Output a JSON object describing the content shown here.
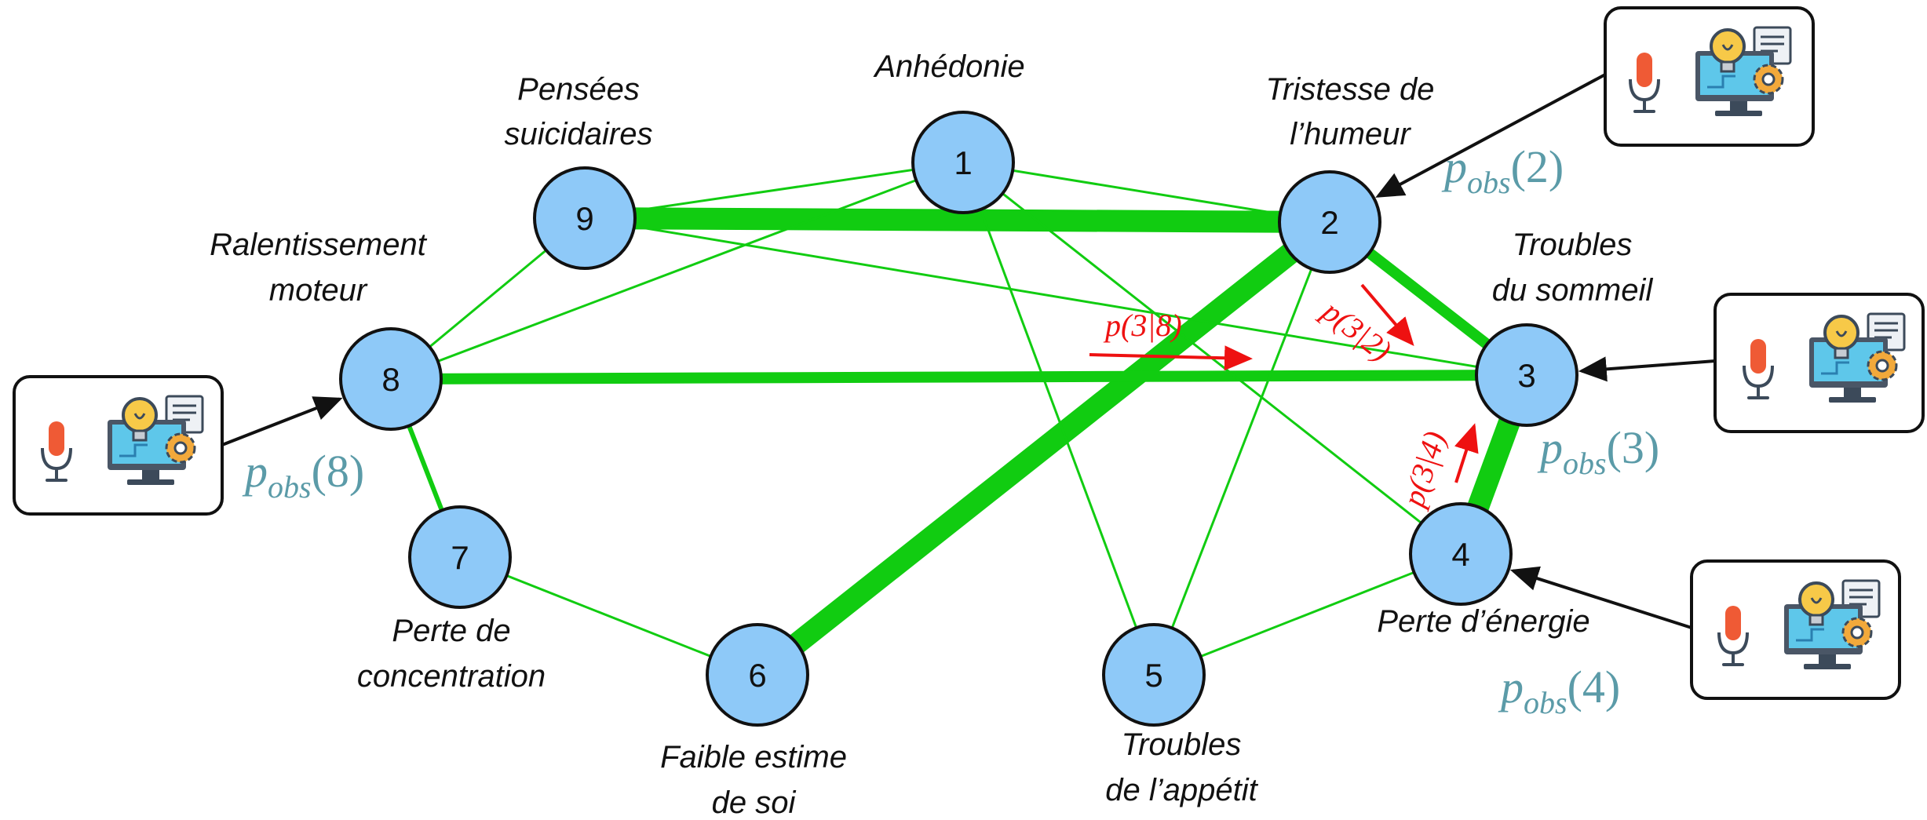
{
  "colors": {
    "node_fill": "#8ec9f8",
    "edge": "#11cc11",
    "observation_label": "#5b9ba8",
    "conditional_arrow": "#ee1111"
  },
  "nodes": [
    {
      "id": "1",
      "label_lines": [
        "Anhédonie"
      ]
    },
    {
      "id": "2",
      "label_lines": [
        "Tristesse de",
        "l’humeur"
      ]
    },
    {
      "id": "3",
      "label_lines": [
        "Troubles",
        "du sommeil"
      ]
    },
    {
      "id": "4",
      "label_lines": [
        "Perte d’énergie"
      ]
    },
    {
      "id": "5",
      "label_lines": [
        "Troubles",
        "de l’appétit"
      ]
    },
    {
      "id": "6",
      "label_lines": [
        "Faible estime",
        "de soi"
      ]
    },
    {
      "id": "7",
      "label_lines": [
        "Perte de",
        "concentration"
      ]
    },
    {
      "id": "8",
      "label_lines": [
        "Ralentissement",
        "moteur"
      ]
    },
    {
      "id": "9",
      "label_lines": [
        "Pensées",
        "suicidaires"
      ]
    }
  ],
  "edges": [
    {
      "from": "9",
      "to": "2",
      "strength": "strong"
    },
    {
      "from": "6",
      "to": "2",
      "strength": "strong"
    },
    {
      "from": "3",
      "to": "4",
      "strength": "strong"
    },
    {
      "from": "2",
      "to": "3",
      "strength": "medium"
    },
    {
      "from": "8",
      "to": "3",
      "strength": "medium"
    },
    {
      "from": "8",
      "to": "7",
      "strength": "weak-medium"
    },
    {
      "from": "1",
      "to": "2",
      "strength": "weak"
    },
    {
      "from": "1",
      "to": "9",
      "strength": "weak"
    },
    {
      "from": "1",
      "to": "8",
      "strength": "weak"
    },
    {
      "from": "1",
      "to": "5",
      "strength": "weak"
    },
    {
      "from": "1",
      "to": "4",
      "strength": "weak"
    },
    {
      "from": "9",
      "to": "8",
      "strength": "weak"
    },
    {
      "from": "9",
      "to": "3",
      "strength": "weak"
    },
    {
      "from": "2",
      "to": "5",
      "strength": "weak"
    },
    {
      "from": "7",
      "to": "6",
      "strength": "weak"
    },
    {
      "from": "5",
      "to": "4",
      "strength": "weak"
    }
  ],
  "observations": [
    {
      "node": "2",
      "label": {
        "base": "p",
        "sub": "obs",
        "arg": "(2)"
      },
      "icons": [
        "microphone-icon",
        "computer-lightbulb-gear-icon"
      ]
    },
    {
      "node": "3",
      "label": {
        "base": "p",
        "sub": "obs",
        "arg": "(3)"
      },
      "icons": [
        "microphone-icon",
        "computer-lightbulb-gear-icon"
      ]
    },
    {
      "node": "4",
      "label": {
        "base": "p",
        "sub": "obs",
        "arg": "(4)"
      },
      "icons": [
        "microphone-icon",
        "computer-lightbulb-gear-icon"
      ]
    },
    {
      "node": "8",
      "label": {
        "base": "p",
        "sub": "",
        "arg": ""
      },
      "label_full": {
        "base": "p",
        "sub": "obs",
        "arg": "(8)"
      },
      "icons": [
        "microphone-icon",
        "computer-lightbulb-gear-icon"
      ]
    }
  ],
  "conditionals": [
    {
      "from": "8",
      "to": "3",
      "label": "p(3|8)"
    },
    {
      "from": "2",
      "to": "3",
      "label": "p(3|2)"
    },
    {
      "from": "4",
      "to": "3",
      "label": "p(3|4)"
    }
  ]
}
